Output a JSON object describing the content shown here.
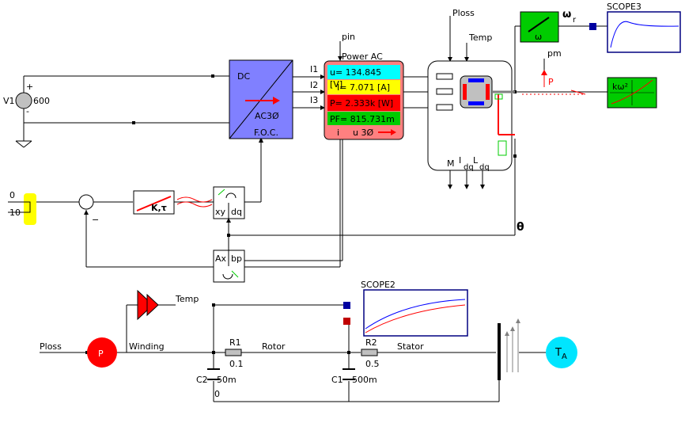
{
  "source": {
    "name": "V1",
    "value": "600",
    "plus": "+",
    "minus": "-"
  },
  "inverter": {
    "top": "DC",
    "bottom": "AC3Ø",
    "footer": "F.O.C.",
    "phase_labels": [
      "I1",
      "I2",
      "I3"
    ]
  },
  "power_meter": {
    "title": "Power AC",
    "input_label": "pin",
    "rows": [
      "u= 134.845",
      "[V]",
      "I= 7.071 [A]",
      "P= 2.333k [W]",
      "PF= 815.731m"
    ],
    "footer_left": "i",
    "footer_right": "u 3Ø",
    "colors": {
      "body": "#ff8080",
      "u": "#00ffff",
      "i": "#ffff00",
      "p": "#ff0000",
      "pf": "#00cc00"
    }
  },
  "motor": {
    "ploss": "Ploss",
    "temp": "Temp",
    "bottom_labels": [
      "M",
      "I",
      "dq",
      "L",
      "dq"
    ],
    "theta_out": "θ"
  },
  "speed_sensor": {
    "label": "ω",
    "output": "ω",
    "output_sub": "r"
  },
  "scope3": {
    "title": "SCOPE3"
  },
  "load": {
    "label": "kω²",
    "power_label": "pm",
    "arrow_label": "P"
  },
  "controller": {
    "inputs": [
      "0",
      "10"
    ],
    "sum_sign": "−",
    "pi_label": "K,τ",
    "xy_dq": {
      "left": "xy",
      "right": "dq"
    },
    "abc_dq": {
      "left": "Ax",
      "right": "bp"
    },
    "theta": "θ"
  },
  "thermal": {
    "scope2": "SCOPE2",
    "power_source": "P",
    "ploss": "Ploss",
    "temp": "Temp",
    "winding": "Winding",
    "rotor": "Rotor",
    "stator": "Stator",
    "r1": {
      "name": "R1",
      "value": "0.1"
    },
    "r2": {
      "name": "R2",
      "value": "0.5"
    },
    "c1": {
      "name": "C1",
      "value": "500m"
    },
    "c2": {
      "name": "C2",
      "value": "50m"
    },
    "ground": "0",
    "ambient": "T",
    "ambient_sub": "A"
  }
}
